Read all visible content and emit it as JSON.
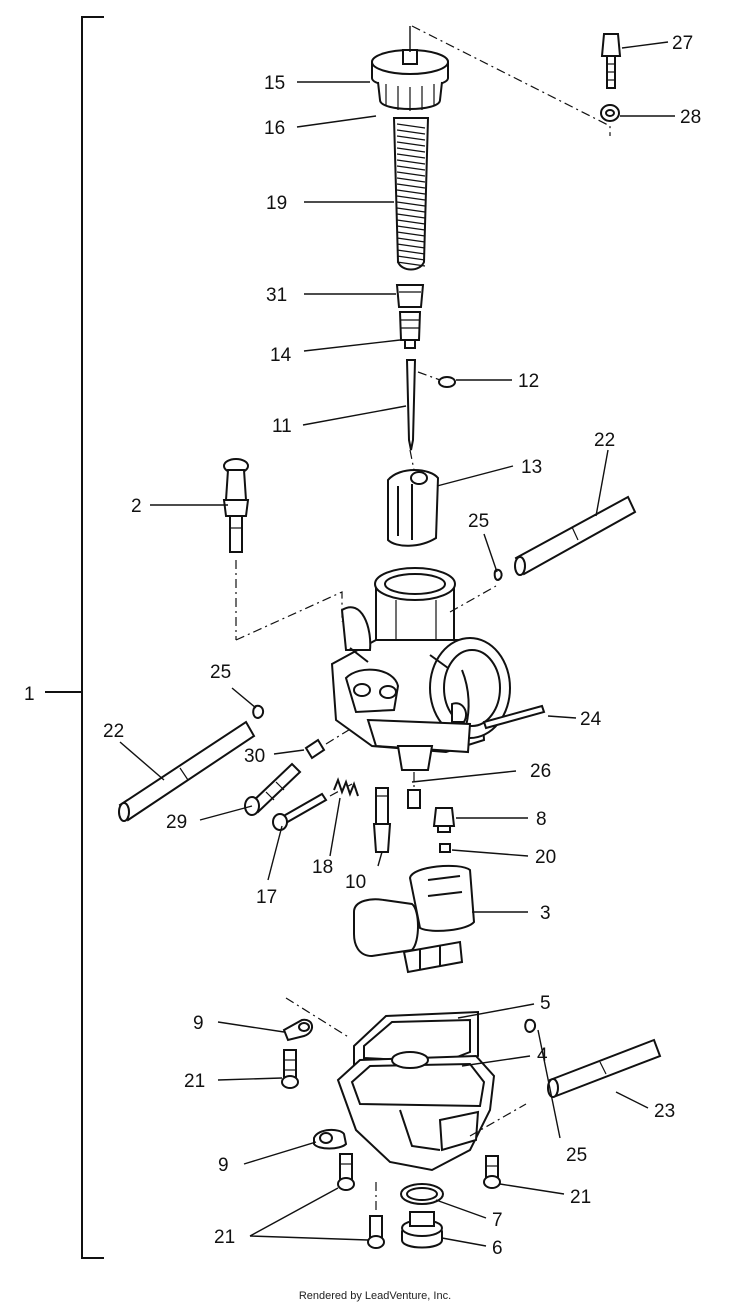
{
  "assembly_label": "1",
  "part_labels": {
    "p2": "2",
    "p3": "3",
    "p4": "4",
    "p5": "5",
    "p6": "6",
    "p7": "7",
    "p8": "8",
    "p9a": "9",
    "p9b": "9",
    "p10": "10",
    "p11": "11",
    "p12": "12",
    "p13": "13",
    "p14": "14",
    "p15": "15",
    "p16": "16",
    "p17": "17",
    "p18": "18",
    "p19": "19",
    "p20": "20",
    "p21a": "21",
    "p21b": "21",
    "p21c": "21",
    "p22a": "22",
    "p22b": "22",
    "p23": "23",
    "p24": "24",
    "p25a": "25",
    "p25b": "25",
    "p25c": "25",
    "p26": "26",
    "p27": "27",
    "p28": "28",
    "p29": "29",
    "p30": "30",
    "p31": "31"
  },
  "footer": "Rendered by LeadVenture, Inc."
}
